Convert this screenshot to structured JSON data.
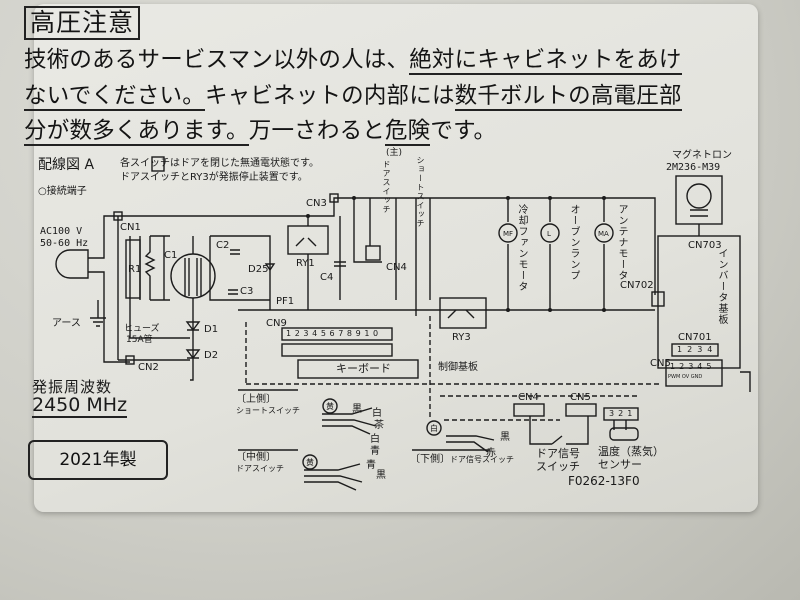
{
  "warning": {
    "title": "高圧注意",
    "line1_a": "技術のあるサービスマン以外の人は、",
    "line1_b": "絶対にキャビネットをあけ",
    "line2_a": "ないでください。",
    "line2_b": "キャビネットの内部には",
    "line2_c": "数千ボルトの高電圧部",
    "line3_a": "分が数多くあります。",
    "line3_b": "万一さわると",
    "line3_c": "危険",
    "line3_d": "です。"
  },
  "diagram": {
    "title": "配線図",
    "title_letter": "A",
    "note1": "各スイッチはドアを閉じた無通電状態です。",
    "note2": "ドアスイッチとRY3が発振停止装置です。",
    "terminal_note": "○接続端子",
    "ac_label1": "AC100 V",
    "ac_label2": "50-60 Hz",
    "earth_label": "アース",
    "fuse_label": "ヒューズ",
    "fuse_rating": "15A管",
    "cn1": "CN1",
    "cn2": "CN2",
    "cn3": "CN3",
    "cn4": "CN4",
    "cn5": "CN5",
    "cn9": "CN9",
    "cn701": "CN701",
    "cn702": "CN702",
    "cn703": "CN703",
    "r1": "R1",
    "c1": "C1",
    "c2": "C2",
    "c3": "C3",
    "c4": "C4",
    "d1": "D1",
    "d2": "D2",
    "d25": "D25",
    "pf1": "PF1",
    "ry1": "RY1",
    "ry3": "RY3",
    "door_switch_main": "(主)",
    "door_switch_v": "ドアスイッチ",
    "short_switch_v": "ショートスイッチ",
    "fan_motor": "冷却ファンモータ",
    "oven_lamp": "オーブンランプ",
    "antenna_motor": "アンテナモータ",
    "mf": "MF",
    "lamp": "L",
    "ma": "MA",
    "magnetron_label": "マグネトロン",
    "magnetron_model": "2M236-M39",
    "inverter_board": "インバータ基板",
    "keyboard": "キーボード",
    "control_board": "制御基板",
    "cn9_pins": [
      "1",
      "2",
      "3",
      "4",
      "5",
      "6",
      "7",
      "8",
      "9",
      "10"
    ],
    "cn701_pins": [
      "1",
      "2",
      "3",
      "4"
    ],
    "cn5_pins": [
      "1",
      "2",
      "3",
      "4",
      "5"
    ],
    "cn5_sub": "PWM OV GND",
    "sensor_pins": [
      "3",
      "2",
      "1"
    ],
    "upper_switch": "〔上側〕",
    "upper_switch_name": "ショートスイッチ",
    "middle_switch": "〔中側〕",
    "middle_switch_name": "ドアスイッチ",
    "lower_switch": "〔下側〕",
    "lower_switch_name": "ドア信号スイッチ",
    "wire_yellow": "黄",
    "wire_black": "黒",
    "wire_white": "白",
    "wire_brown": "茶",
    "wire_blue": "青",
    "wire_red": "赤",
    "door_signal_switch1": "ドア信号",
    "door_signal_switch2": "スイッチ",
    "temp_sensor1": "温度（蒸気）",
    "temp_sensor2": "センサー"
  },
  "freq_title": "発振周波数",
  "freq_value": "2450 MHz",
  "year": "2021年製",
  "code": "F0262-13F0"
}
